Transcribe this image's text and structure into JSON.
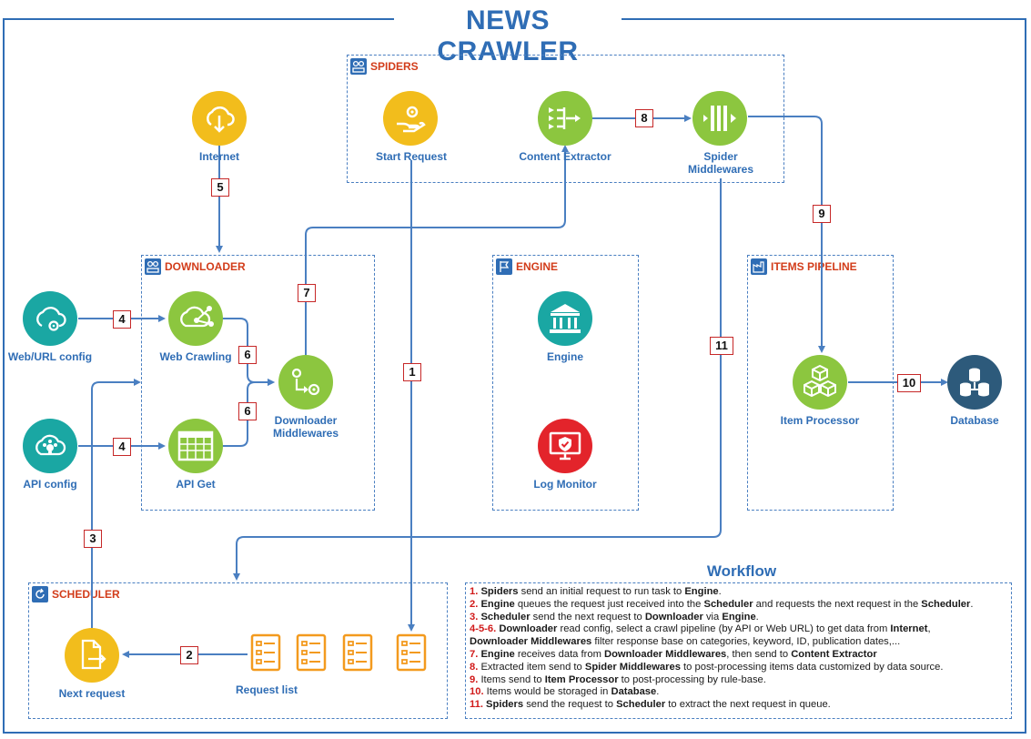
{
  "title": "NEWS CRAWLER",
  "groups": {
    "spiders": "SPIDERS",
    "downloader": "DOWNLOADER",
    "engine": "ENGINE",
    "items_pipeline": "ITEMS PIPELINE",
    "scheduler": "SCHEDULER"
  },
  "nodes": {
    "internet": "Internet",
    "start_request": "Start Request",
    "content_extractor": "Content Extractor",
    "spider_middlewares_1": "Spider",
    "spider_middlewares_2": "Middlewares",
    "web_url_config": "Web/URL config",
    "web_crawling": "Web Crawling",
    "api_config": "API config",
    "api_get": "API Get",
    "downloader_middlewares_1": "Downloader",
    "downloader_middlewares_2": "Middlewares",
    "engine": "Engine",
    "log_monitor": "Log Monitor",
    "item_processor": "Item Processor",
    "database": "Database",
    "next_request": "Next request",
    "request_list": "Request list"
  },
  "steps": {
    "s1": "1",
    "s2": "2",
    "s3": "3",
    "s4a": "4",
    "s4b": "4",
    "s5": "5",
    "s6a": "6",
    "s6b": "6",
    "s7": "7",
    "s8": "8",
    "s9": "9",
    "s10": "10",
    "s11": "11"
  },
  "workflow": {
    "title": "Workflow",
    "lines": [
      {
        "num": "1.",
        "parts": [
          {
            "t": " "
          },
          {
            "b": "Spiders"
          },
          {
            "t": " send an initial request to run task to "
          },
          {
            "b": "Engine"
          },
          {
            "t": "."
          }
        ]
      },
      {
        "num": "2.",
        "parts": [
          {
            "t": " "
          },
          {
            "b": "Engine"
          },
          {
            "t": " queues the request just received into the "
          },
          {
            "b": "Scheduler"
          },
          {
            "t": " and requests the next request in the "
          },
          {
            "b": "Scheduler"
          },
          {
            "t": "."
          }
        ]
      },
      {
        "num": "3.",
        "parts": [
          {
            "t": " "
          },
          {
            "b": "Scheduler"
          },
          {
            "t": " send the next request to "
          },
          {
            "b": "Downloader"
          },
          {
            "t": " via "
          },
          {
            "b": "Engine"
          },
          {
            "t": "."
          }
        ]
      },
      {
        "num": "4-5-6.",
        "parts": [
          {
            "t": " "
          },
          {
            "b": "Downloader"
          },
          {
            "t": " read config, select a crawl pipeline (by API or Web URL) to get data from "
          },
          {
            "b": "Internet"
          },
          {
            "t": ","
          }
        ]
      },
      {
        "num": "",
        "parts": [
          {
            "b": "Downloader Middlewares"
          },
          {
            "t": " filter response base on categories, keyword, ID, publication dates,..."
          }
        ]
      },
      {
        "num": "7.",
        "parts": [
          {
            "t": " "
          },
          {
            "b": "Engine"
          },
          {
            "t": " receives data from "
          },
          {
            "b": "Downloader Middlewares"
          },
          {
            "t": ", then send to "
          },
          {
            "b": "Content Extractor"
          }
        ]
      },
      {
        "num": "8.",
        "parts": [
          {
            "t": " Extracted item send to "
          },
          {
            "b": "Spider Middlewares"
          },
          {
            "t": " to post-processing items data customized by data source."
          }
        ]
      },
      {
        "num": "9.",
        "parts": [
          {
            "t": " Items send to "
          },
          {
            "b": "Item Processor"
          },
          {
            "t": " to post-processing by rule-base."
          }
        ]
      },
      {
        "num": "10.",
        "parts": [
          {
            "t": " Items would be storaged in "
          },
          {
            "b": "Database"
          },
          {
            "t": "."
          }
        ]
      },
      {
        "num": "11.",
        "parts": [
          {
            "t": " "
          },
          {
            "b": "Spiders"
          },
          {
            "t": " send the request to "
          },
          {
            "b": "Scheduler"
          },
          {
            "t": " to extract the next request in queue."
          }
        ]
      }
    ]
  },
  "colors": {
    "primary_blue": "#2f6db5",
    "group_title_red": "#d23c1a",
    "yellow": "#f2bd1c",
    "green": "#8cc63f",
    "teal": "#1aa7a3",
    "red": "#e3242b",
    "navy": "#2d5a7b",
    "doc_orange": "#f39a1e"
  }
}
